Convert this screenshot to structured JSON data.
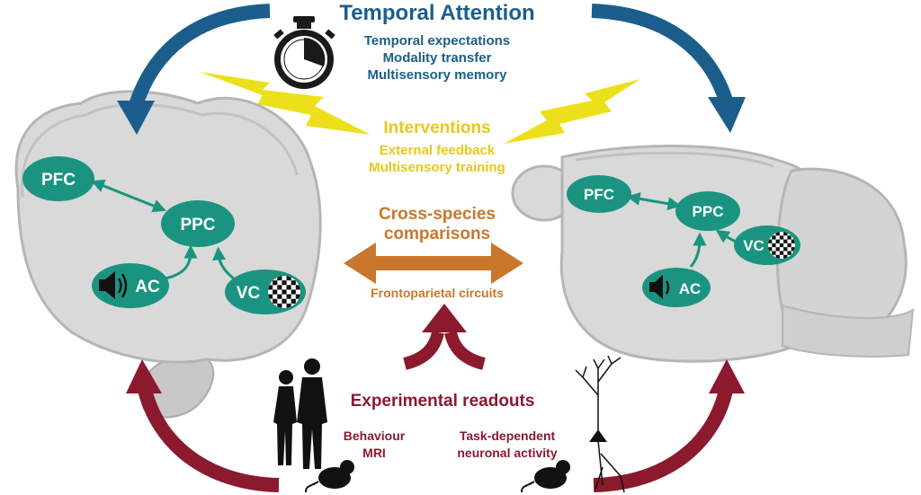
{
  "temporal": {
    "title": "Temporal Attention",
    "items": [
      "Temporal expectations",
      "Modality transfer",
      "Multisensory memory"
    ],
    "color": "#1b5e8c"
  },
  "interventions": {
    "title": "Interventions",
    "items": [
      "External feedback",
      "Multisensory training"
    ],
    "color": "#e8c81a"
  },
  "cross_species": {
    "title_lines": [
      "Cross-species",
      "comparisons"
    ],
    "subtitle": "Frontoparietal circuits",
    "color": "#c9772c"
  },
  "readouts": {
    "title": "Experimental readouts",
    "left_lines": [
      "Behaviour",
      "MRI"
    ],
    "right_lines": [
      "Task-dependent",
      "neuronal activity"
    ],
    "color": "#8b1a2e"
  },
  "regions": {
    "pfc": "PFC",
    "ppc": "PPC",
    "ac": "AC",
    "vc": "VC",
    "color": "#1a9480"
  },
  "icons": [
    "stopwatch-icon",
    "lightning-icon",
    "speaker-icon",
    "checkerboard-icon",
    "human-silhouette-icon",
    "rat-icon",
    "neuron-icon",
    "human-brain",
    "rodent-brain"
  ]
}
